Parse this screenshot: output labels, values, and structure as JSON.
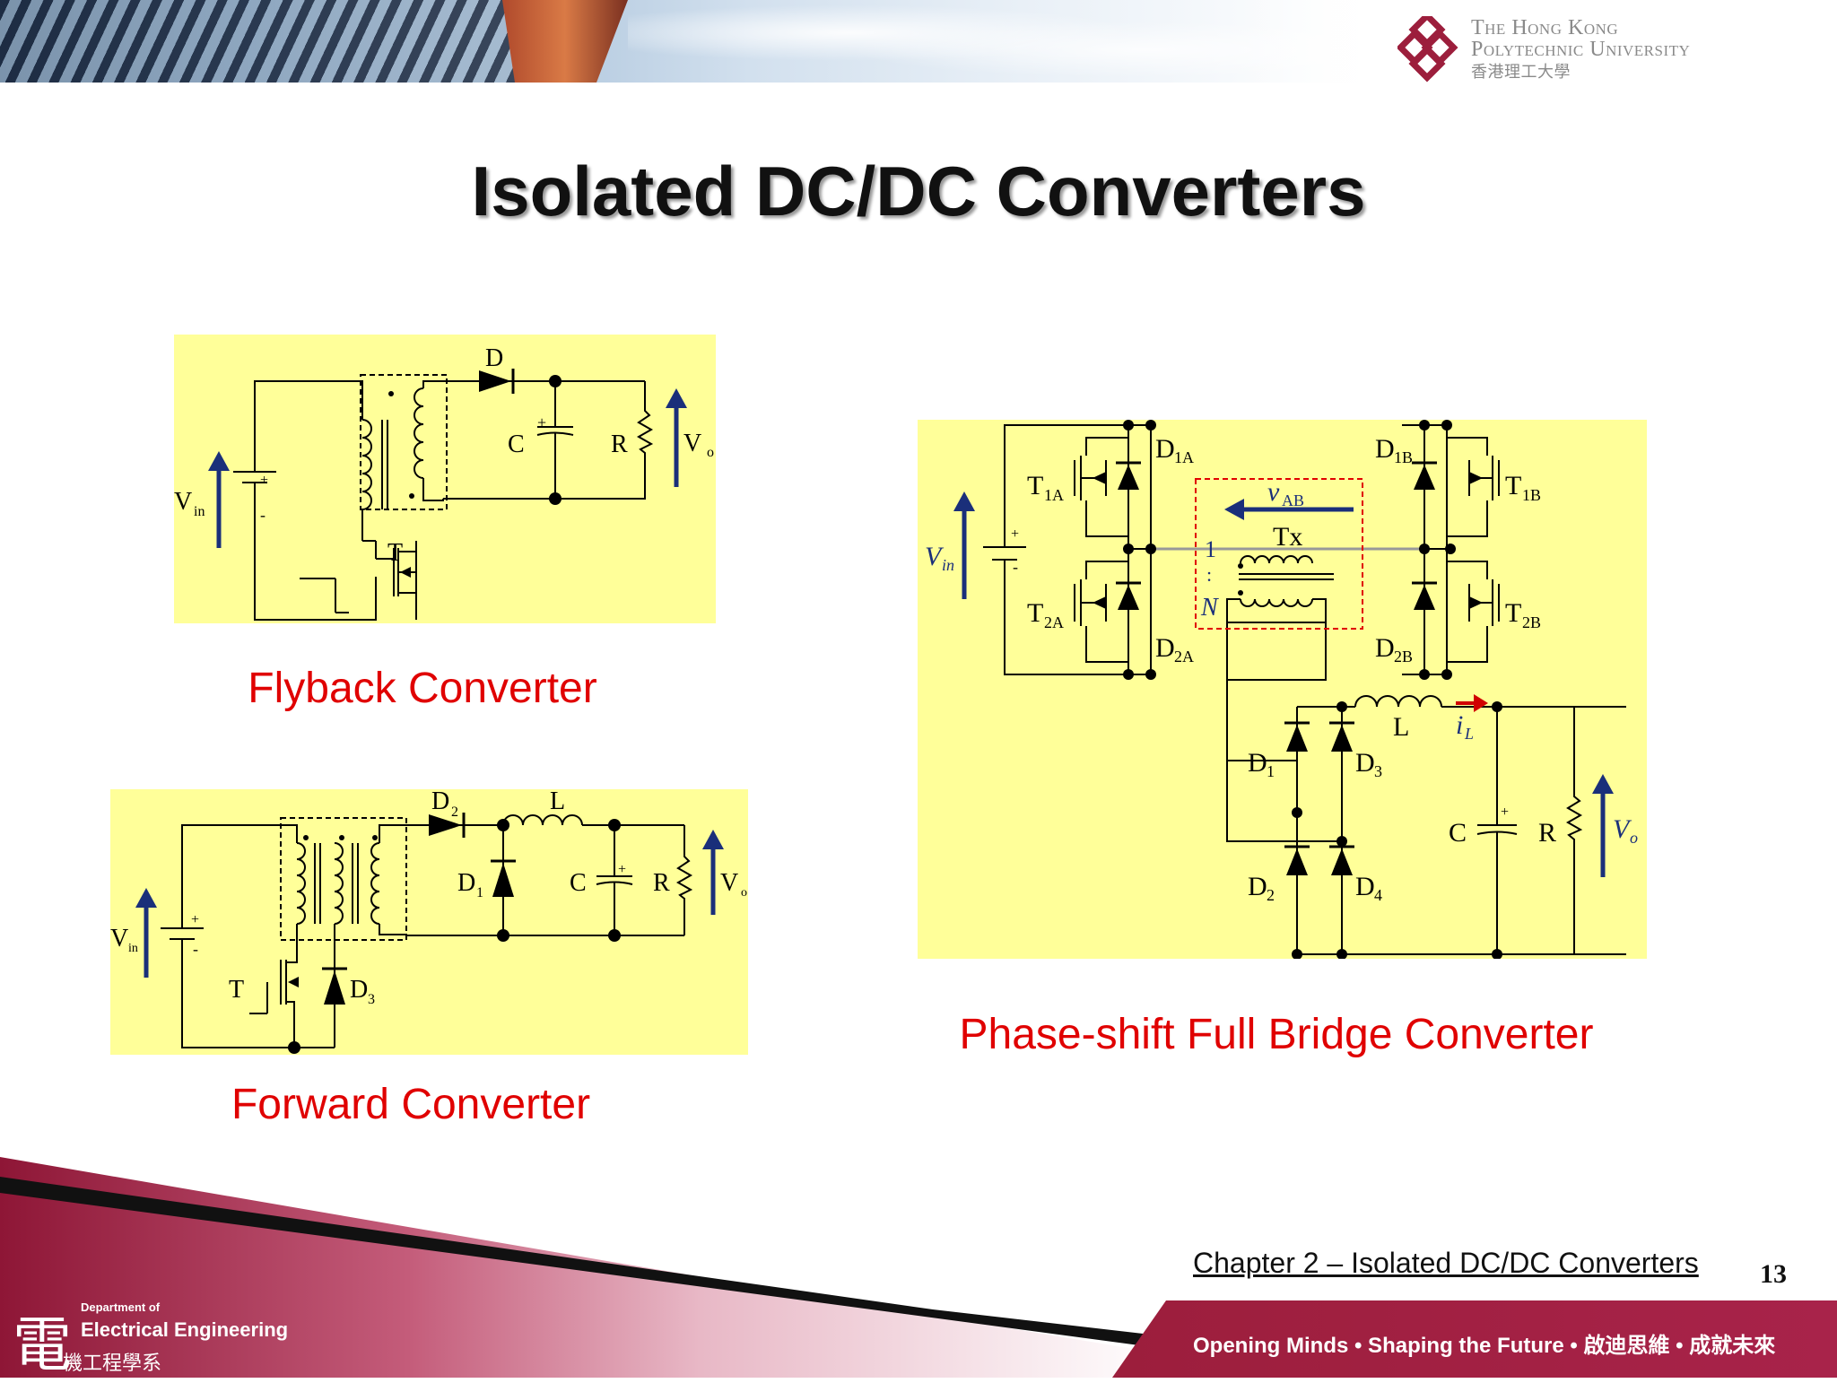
{
  "header": {
    "university_line1": "The Hong Kong",
    "university_line2": "Polytechnic University",
    "university_line3": "香港理工大學"
  },
  "title": "Isolated DC/DC Converters",
  "flyback": {
    "caption": "Flyback Converter",
    "labels": {
      "D": "D",
      "C": "C",
      "R": "R",
      "Vo": "V",
      "Vo_sub": "o",
      "Vin": "V",
      "Vin_sub": "in",
      "T": "T",
      "plus": "+",
      "minus": "-"
    }
  },
  "forward": {
    "caption": "Forward Converter",
    "labels": {
      "D2": "D",
      "D2_sub": "2",
      "L": "L",
      "D1": "D",
      "D1_sub": "1",
      "C": "C",
      "R": "R",
      "Vo": "V",
      "Vo_sub": "o",
      "Vin": "V",
      "Vin_sub": "in",
      "T": "T",
      "D3": "D",
      "D3_sub": "3",
      "plus": "+",
      "minus": "-"
    }
  },
  "psfb": {
    "caption": "Phase-shift Full Bridge Converter",
    "labels": {
      "D1A": "D",
      "D1A_sub": "1A",
      "D1B": "D",
      "D1B_sub": "1B",
      "T1A": "T",
      "T1A_sub": "1A",
      "T1B": "T",
      "T1B_sub": "1B",
      "T2A": "T",
      "T2A_sub": "2A",
      "T2B": "T",
      "T2B_sub": "2B",
      "D2A": "D",
      "D2A_sub": "2A",
      "D2B": "D",
      "D2B_sub": "2B",
      "vAB": "v",
      "vAB_sub": "AB",
      "Tx": "Tx",
      "ratio_1": "1",
      "ratio_colon": ":",
      "ratio_N": "N",
      "Vin": "V",
      "Vin_sub": "in",
      "L": "L",
      "iL": "i",
      "iL_sub": "L",
      "D1": "D",
      "D1_sub": "1",
      "D3": "D",
      "D3_sub": "3",
      "D2": "D",
      "D2_sub": "2",
      "D4": "D",
      "D4_sub": "4",
      "C": "C",
      "R": "R",
      "Vo": "V",
      "Vo_sub": "o",
      "plus": "+",
      "minus": "-"
    }
  },
  "footer": {
    "chapter": "Chapter 2 – Isolated DC/DC Converters",
    "page_number": "13",
    "dept_icon": "電",
    "dept_line1": "Department of",
    "dept_line2": "Electrical Engineering",
    "dept_line3": "機工程學系",
    "motto": "Opening Minds • Shaping the Future • 啟迪思維 • 成就未來"
  },
  "colors": {
    "panel": "#ffff99",
    "caption": "#e00000",
    "arrow": "#1a2f7a",
    "footer": "#9c1e3c"
  }
}
